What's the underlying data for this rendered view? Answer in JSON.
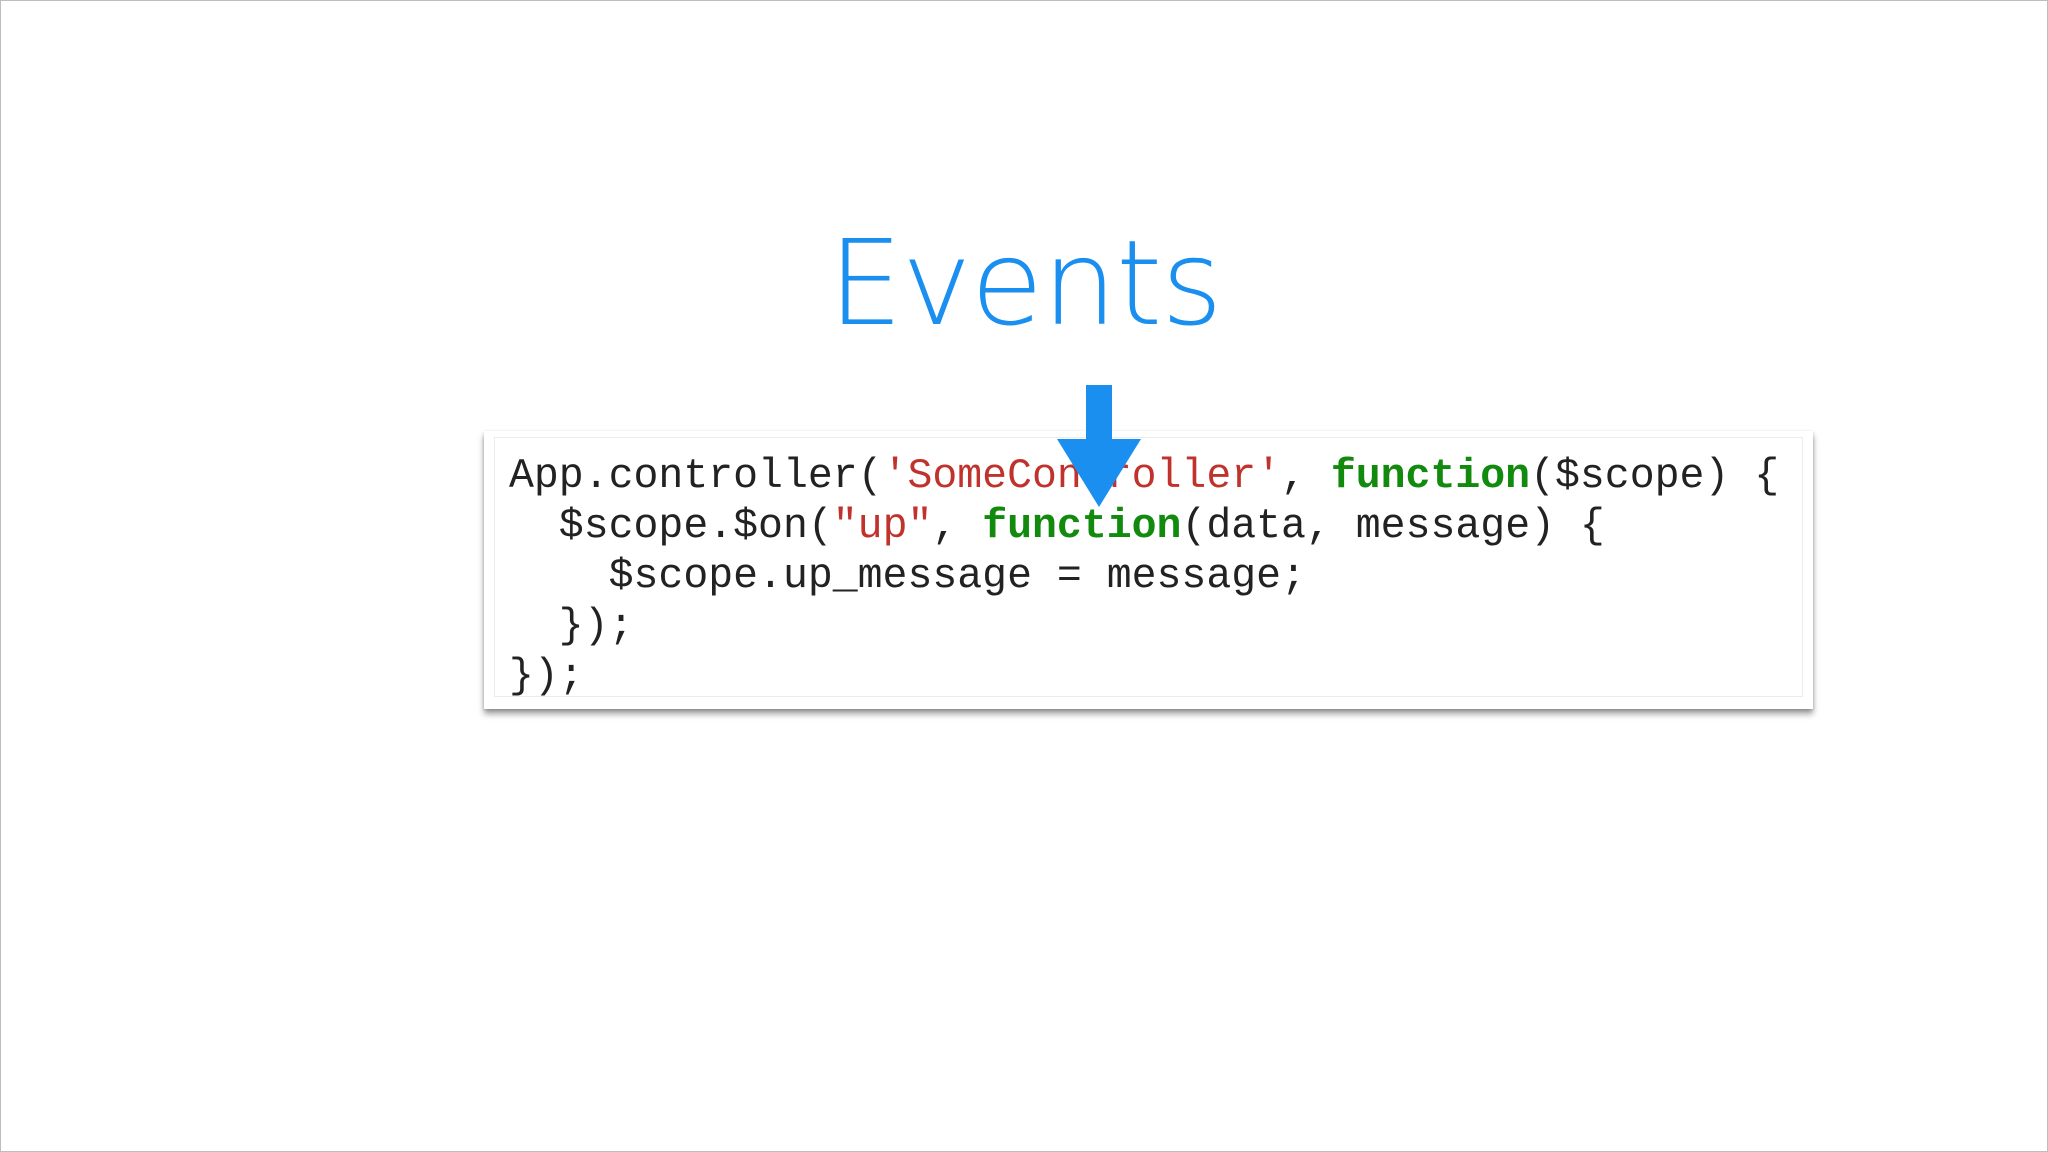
{
  "slide": {
    "title": "Events",
    "title_color": "#1a8ff0",
    "arrow_color": "#1a8ff0",
    "arrow_icon": "arrow-down-icon"
  },
  "code": {
    "colors": {
      "plain": "#222222",
      "string": "#c0332d",
      "keyword": "#128a0e"
    },
    "lines": [
      [
        {
          "t": "plain",
          "s": "App.controller("
        },
        {
          "t": "str",
          "s": "'SomeController'"
        },
        {
          "t": "plain",
          "s": ", "
        },
        {
          "t": "kw",
          "s": "function"
        },
        {
          "t": "plain",
          "s": "($scope) {"
        }
      ],
      [
        {
          "t": "plain",
          "s": "  $scope.$on("
        },
        {
          "t": "str",
          "s": "\"up\""
        },
        {
          "t": "plain",
          "s": ", "
        },
        {
          "t": "kw",
          "s": "function"
        },
        {
          "t": "plain",
          "s": "(data, message) {"
        }
      ],
      [
        {
          "t": "plain",
          "s": "    $scope.up_message = message;"
        }
      ],
      [
        {
          "t": "plain",
          "s": "  });"
        }
      ],
      [
        {
          "t": "plain",
          "s": "});"
        }
      ]
    ]
  }
}
